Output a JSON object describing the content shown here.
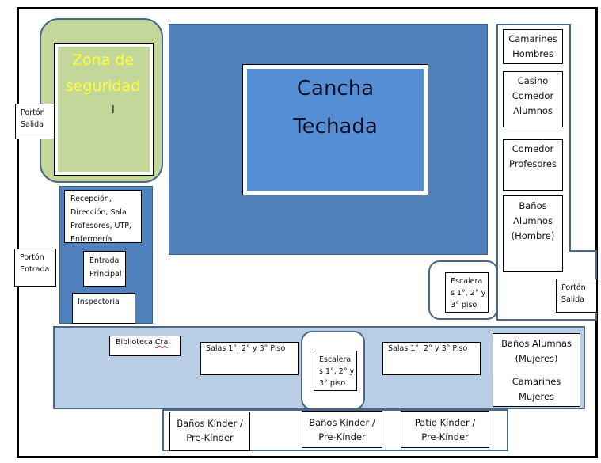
{
  "title": "Plano del colegio",
  "colors": {
    "zona_seguridad_fill": "#c4d79b",
    "zona_seguridad_text": "#ffff33",
    "cancha_outer": "#4f81bd",
    "cancha_inner": "#558ed5",
    "corridor_fill": "#b9cde5",
    "outline_blue": "#4a6785"
  },
  "zona_seguridad": {
    "label_line1": "Zona de",
    "label_line2": "seguridad",
    "mark": "I"
  },
  "cancha": {
    "label_line1": "Cancha",
    "label_line2": "Techada"
  },
  "gates": {
    "salida_left": {
      "line1": "Portón",
      "line2": "Salida"
    },
    "entrada": {
      "line1": "Portón",
      "line2": "Entrada"
    },
    "salida_right": {
      "line1": "Portón",
      "line2": "Salida"
    }
  },
  "admin": {
    "reception": [
      "Recepción,",
      "Dirección, Sala",
      "Profesores, UTP,",
      "Enfermería"
    ],
    "entrada_principal": [
      "Entrada",
      "Principal"
    ],
    "inspectoria": "Inspectoría"
  },
  "right_column": {
    "camarines_hombres": [
      "Camarines",
      "Hombres"
    ],
    "casino": [
      "Casino",
      "Comedor",
      "Alumnos"
    ],
    "comedor_profesores": [
      "Comedor",
      "Profesores"
    ],
    "banos_hombres": [
      "Baños",
      "Alumnos",
      "(Hombre)"
    ]
  },
  "stairs": {
    "right": [
      "Escalera",
      "s  1°, 2° y",
      "3° piso"
    ],
    "center": [
      "Escalera",
      "s  1°, 2° y",
      "3° piso"
    ]
  },
  "corridor": {
    "biblioteca": {
      "text": "Biblioteca ",
      "underlined": "Cra"
    },
    "salas_left": "Salas  1°, 2° y 3° Piso",
    "salas_right": "Salas  1°, 2° y 3° Piso",
    "banos_mujeres": [
      "Baños Alumnas",
      "(Mujeres)"
    ],
    "camarines_mujeres": [
      "Camarines",
      "Mujeres"
    ]
  },
  "kinder": [
    [
      "Baños Kínder /",
      "Pre-Kínder"
    ],
    [
      "Baños Kínder /",
      "Pre-Kínder"
    ],
    [
      "Patio Kínder /",
      "Pre-Kínder"
    ]
  ]
}
